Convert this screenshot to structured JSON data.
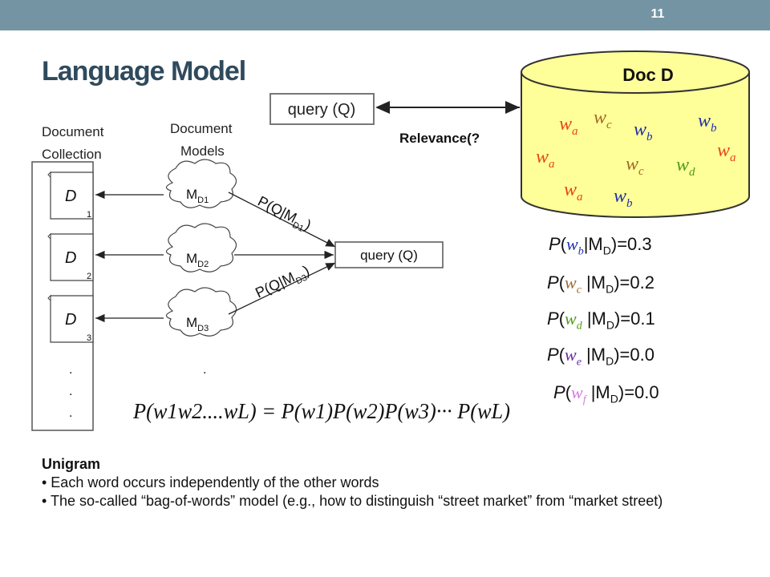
{
  "slide": {
    "number": "11",
    "title": "Language Model"
  },
  "top_query": {
    "label": "query (Q)"
  },
  "relevance_label": "Relevance(?",
  "doc": {
    "title": "Doc D",
    "words": [
      {
        "w": "w",
        "sub": "a",
        "color": "#e8431b"
      },
      {
        "w": "w",
        "sub": "c",
        "color": "#a06a2c"
      },
      {
        "w": "w",
        "sub": "b",
        "color": "#1f2fa8"
      },
      {
        "w": "w",
        "sub": "b",
        "color": "#1f2fa8"
      },
      {
        "w": "w",
        "sub": "a",
        "color": "#e8431b"
      },
      {
        "w": "w",
        "sub": "c",
        "color": "#a06a2c"
      },
      {
        "w": "w",
        "sub": "d",
        "color": "#4f9a1a"
      },
      {
        "w": "w",
        "sub": "a",
        "color": "#e8431b"
      },
      {
        "w": "w",
        "sub": "a",
        "color": "#e8431b"
      },
      {
        "w": "w",
        "sub": "b",
        "color": "#1f2fa8"
      }
    ],
    "fill_color": "#ffff99"
  },
  "collection": {
    "header_line1": "Document",
    "header_line2": "Collection",
    "docs": [
      {
        "letter": "D",
        "index": "1"
      },
      {
        "letter": "D",
        "index": "2"
      },
      {
        "letter": "D",
        "index": "3"
      }
    ],
    "dots": ".",
    "models_header_line1": "Document",
    "models_header_line2": "Models",
    "models": [
      {
        "label": "M",
        "sub": "D1"
      },
      {
        "label": "M",
        "sub": "D2"
      },
      {
        "label": "M",
        "sub": "D3"
      }
    ],
    "query_label": "query (Q)",
    "edge1": "P(Q|M",
    "edge1_sub": "D1",
    "edge2": "P(Q|M",
    "edge2_sub": "D3"
  },
  "formula": "P(w1w2....wL) = P(w1)P(w2)P(w3)··· P(wL)",
  "probs": [
    {
      "sub": "b",
      "rest": "|M",
      "D": "D",
      "val": ")=0.3",
      "color": "#1f2fa8"
    },
    {
      "sub": "c",
      "rest": " |M",
      "D": "D",
      "val": ")=0.2",
      "color": "#a06a2c"
    },
    {
      "sub": "d",
      "rest": " |M",
      "D": "D",
      "val": ")=0.1",
      "color": "#4f9a1a"
    },
    {
      "sub": "e",
      "rest": " |M",
      "D": "D",
      "val": ")=0.0",
      "color": "#6a2aa0"
    },
    {
      "sub": "f",
      "rest": " |M",
      "D": "D",
      "val": ")=0.0",
      "color": "#d67adf"
    }
  ],
  "notes": {
    "head": "Unigram",
    "bullet1": "• Each word occurs independently of the other words",
    "bullet2": "• The so-called “bag-of-words” model (e.g., how to distinguish “street market” from “market street)"
  }
}
